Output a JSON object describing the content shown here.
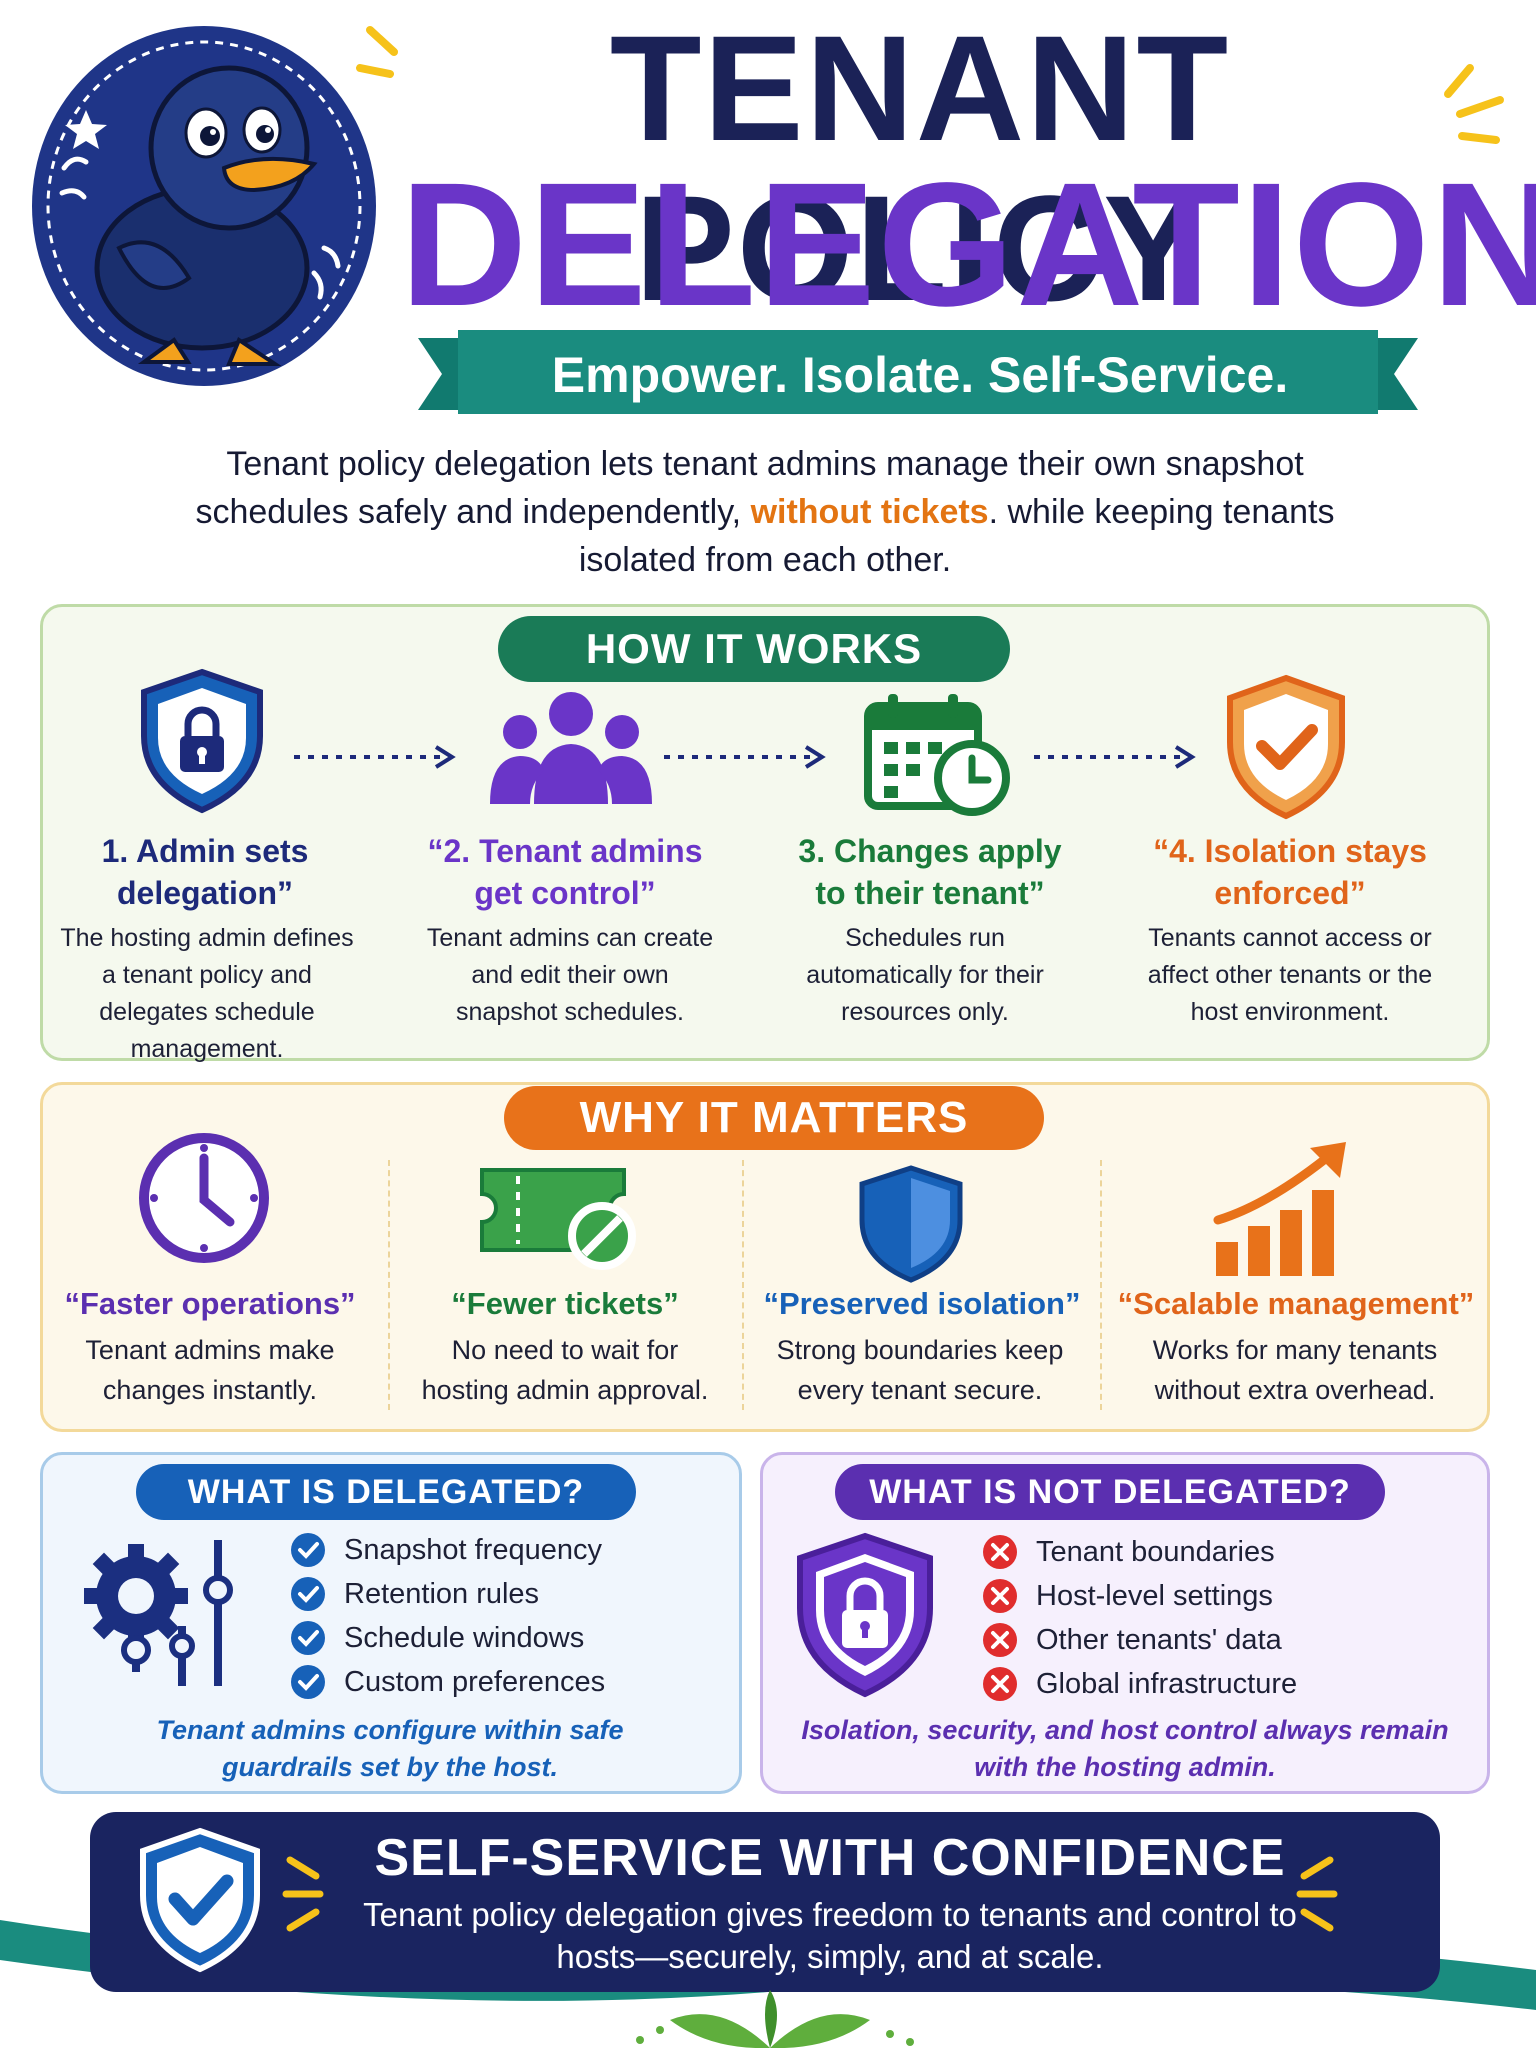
{
  "header": {
    "title_line1": "TENANT POLICY",
    "title_line2": "DELEGATION",
    "tagline": "Empower. Isolate. Self-Service.",
    "intro_part1": "Tenant policy delegation lets tenant admins manage their own snapshot schedules safely and independently, ",
    "intro_highlight": "without tickets",
    "intro_part2": ". while keeping tenants isolated from each other."
  },
  "how_it_works": {
    "heading": "HOW IT WORKS",
    "steps": [
      {
        "title": "1. Admin sets delegation”",
        "desc": "The hosting admin defines a tenant policy and delegates schedule management.",
        "icon": "shield-lock-icon",
        "color": "#1d2a7a"
      },
      {
        "title": "“2. Tenant admins get control”",
        "desc": "Tenant admins can create and edit their own snapshot schedules.",
        "icon": "people-icon",
        "color": "#6a35c8"
      },
      {
        "title": "3. Changes apply to their tenant”",
        "desc": "Schedules run automatically for their resources only.",
        "icon": "calendar-clock-icon",
        "color": "#1a7b3a"
      },
      {
        "title": "“4. Isolation stays enforced”",
        "desc": "Tenants cannot access or affect other tenants or the host environment.",
        "icon": "shield-check-icon",
        "color": "#e0641a"
      }
    ]
  },
  "why_it_matters": {
    "heading": "WHY IT MATTERS",
    "items": [
      {
        "title": "“Faster operations”",
        "desc": "Tenant admins make changes instantly.",
        "icon": "clock-icon",
        "color": "#5b2fb0"
      },
      {
        "title": "“Fewer tickets”",
        "desc": "No need to wait for hosting admin approval.",
        "icon": "ticket-cancel-icon",
        "color": "#1a7b3a"
      },
      {
        "title": "“Preserved isolation”",
        "desc": "Strong boundaries keep every tenant secure.",
        "icon": "shield-icon",
        "color": "#1761b8"
      },
      {
        "title": "“Scalable management”",
        "desc": "Works for many tenants without extra overhead.",
        "icon": "growth-chart-icon",
        "color": "#e0641a"
      }
    ]
  },
  "delegated": {
    "heading": "WHAT IS DELEGATED?",
    "items": [
      "Snapshot frequency",
      "Retention rules",
      "Schedule windows",
      "Custom preferences"
    ],
    "note": "Tenant admins configure within safe guardrails set by the host."
  },
  "not_delegated": {
    "heading": "WHAT IS NOT DELEGATED?",
    "items": [
      "Tenant boundaries",
      "Host-level settings",
      "Other tenants' data",
      "Global infrastructure"
    ],
    "note": "Isolation, security, and host control always remain with the hosting admin."
  },
  "banner": {
    "title": "SELF-SERVICE WITH CONFIDENCE",
    "text": "Tenant policy delegation gives freedom to tenants and control to hosts—securely, simply, and at scale."
  },
  "colors": {
    "navy": "#1b2257",
    "purple": "#6a35c8",
    "teal": "#1a7b57",
    "orange": "#e8721a",
    "blue": "#1761b8"
  }
}
